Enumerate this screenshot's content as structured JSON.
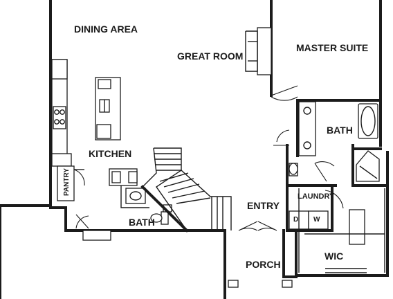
{
  "floor_plan": {
    "rooms": {
      "dining_area": "DINING AREA",
      "great_room": "GREAT ROOM",
      "master_suite": "MASTER SUITE",
      "kitchen": "KITCHEN",
      "bath_master": "BATH",
      "pantry": "PANTRY",
      "laundry": "LAUNDRY",
      "bath_half": "BATH",
      "entry": "ENTRY",
      "porch": "PORCH",
      "wic": "WIC"
    },
    "appliances": {
      "dryer": "D",
      "washer": "W"
    }
  }
}
